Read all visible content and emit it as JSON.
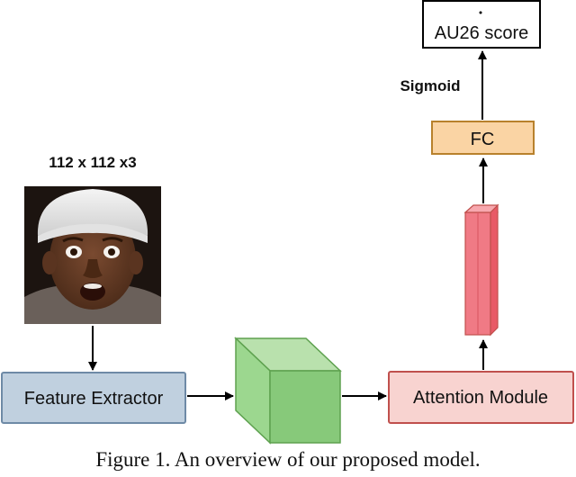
{
  "figure": {
    "caption": "Figure 1. An overview of our proposed model."
  },
  "diagram": {
    "input_size_label": "112 x 112 x3",
    "input_image": {
      "icon": "face-photo-icon"
    },
    "feature_extractor": {
      "label": "Feature Extractor",
      "fill": "#c0d0df",
      "stroke": "#6e8aa6"
    },
    "feature_volume": {
      "icon": "green-cube-icon",
      "front": "#87c97a",
      "top": "#b9e1ad",
      "side": "#9cd78f",
      "stroke": "#5ea14f"
    },
    "attention_module": {
      "label": "Attention Module",
      "fill": "#f8d3d0",
      "stroke": "#c0504d"
    },
    "feature_vector": {
      "icon": "red-bar-icon",
      "front": "#f07a85",
      "side": "#e85a66",
      "top": "#f7a8ae",
      "stroke": "#c0504d"
    },
    "fc": {
      "label": "FC",
      "fill": "#fad4a4",
      "stroke": "#b8812c"
    },
    "activation_label": "Sigmoid",
    "output": {
      "label": "AU26 score",
      "fill": "#ffffff",
      "stroke": "#000000"
    }
  }
}
